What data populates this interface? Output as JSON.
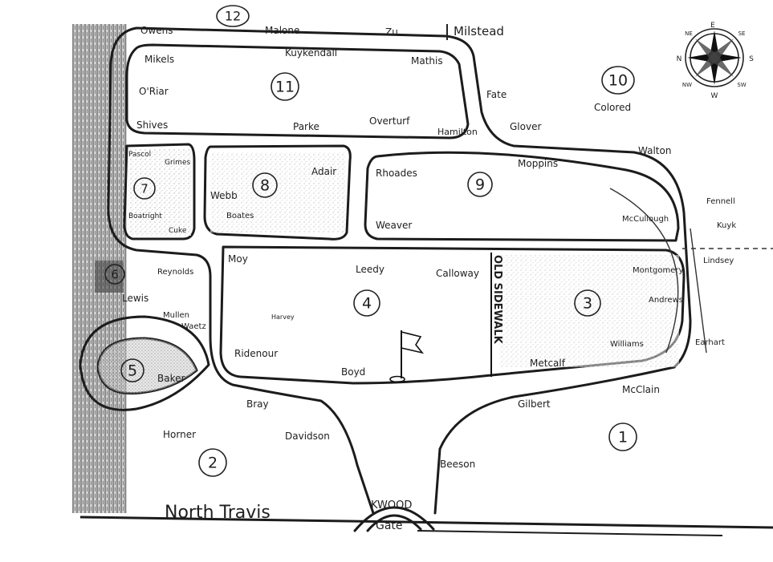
{
  "sections": [
    {
      "id": "s1",
      "label": "1"
    },
    {
      "id": "s2",
      "label": "2"
    },
    {
      "id": "s3",
      "label": "3"
    },
    {
      "id": "s4",
      "label": "4"
    },
    {
      "id": "s5",
      "label": "5"
    },
    {
      "id": "s6",
      "label": "6"
    },
    {
      "id": "s7",
      "label": "7"
    },
    {
      "id": "s8",
      "label": "8"
    },
    {
      "id": "s9",
      "label": "9"
    },
    {
      "id": "s10",
      "label": "10"
    },
    {
      "id": "s11",
      "label": "11"
    },
    {
      "id": "s12",
      "label": "12"
    }
  ],
  "section10_note": "Colored",
  "roads": {
    "north_travis": "North Travis",
    "gate_arc": "KWOOD",
    "gate": "Gate",
    "old_sidewalk": "OLD SIDEWALK"
  },
  "families": {
    "owens": "Owens",
    "malone": "Malone",
    "zu": "Zu",
    "milstead": "Milstead",
    "mikels": "Mikels",
    "kuykendall": "Kuykendall",
    "mathis": "Mathis",
    "oriar": "O'Riar",
    "shives": "Shives",
    "parke": "Parke",
    "overturf": "Overturf",
    "hamilton": "Hamilton",
    "fate": "Fate",
    "glover": "Glover",
    "walton": "Walton",
    "pascol": "Pascol",
    "grimes": "Grimes",
    "boatright": "Boatright",
    "cuke": "Cuke",
    "webb": "Webb",
    "adair": "Adair",
    "boates": "Boates",
    "rhoades": "Rhoades",
    "moppins": "Moppins",
    "weaver": "Weaver",
    "mccullough": "McCullough",
    "fennell": "Fennell",
    "kuyk": "Kuyk",
    "lindsey": "Lindsey",
    "moy": "Moy",
    "leedy": "Leedy",
    "calloway": "Calloway",
    "montgomery": "Montgomery",
    "andrews": "Andrews",
    "williams": "Williams",
    "earhart": "Earhart",
    "mcclain": "McClain",
    "reynolds": "Reynolds",
    "lewis": "Lewis",
    "mullen": "Mullen",
    "waetz": "Waetz",
    "harvey": "Harvey",
    "ridenour": "Ridenour",
    "boyd": "Boyd",
    "metcalf": "Metcalf",
    "baker": "Baker",
    "bray": "Bray",
    "gilbert": "Gilbert",
    "horner": "Horner",
    "davidson": "Davidson",
    "beeson": "Beeson"
  },
  "icons": {
    "compass": "compass-rose-icon",
    "flag": "flagpole-icon"
  },
  "compass_letters": {
    "n": "N",
    "e": "E",
    "s": "S",
    "w": "W",
    "ne": "NE",
    "se": "SE",
    "sw": "SW",
    "nw": "NW"
  }
}
